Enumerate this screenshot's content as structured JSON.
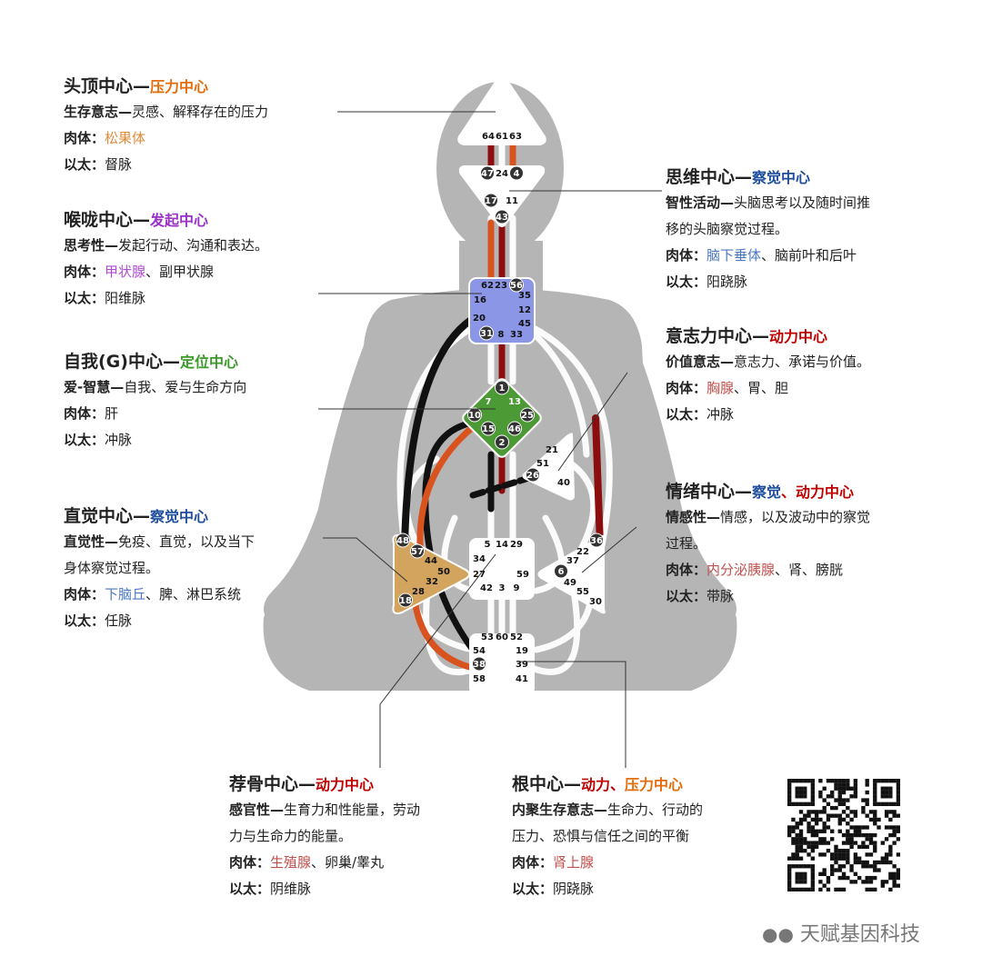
{
  "colors": {
    "pressure": "#e46c0a",
    "awareness": "#1f4e9c",
    "motor": "#c00000",
    "initiate": "#9b2fc8",
    "identity": "#3a9a2a",
    "text": "#222222",
    "body_link": "#4a78c4",
    "body_link_red": "#c0504d",
    "body_link_orange": "#e08a3a",
    "body_link_purple": "#b04bd0",
    "channel_black": "#111111",
    "channel_red": "#8b0d0d",
    "channel_orange": "#d9531e",
    "silhouette": "#b5b5b5"
  },
  "centers": {
    "head": {
      "title": "头顶中心",
      "dash": "—",
      "sub": [
        {
          "text": "压力中心",
          "color": "pressure"
        }
      ],
      "lines": [
        {
          "key": "生存意志—",
          "parts": [
            {
              "text": "灵感、解释存在的压力"
            }
          ]
        },
        {
          "key": "肉体：",
          "parts": [
            {
              "text": "松果体",
              "color": "body_link_orange"
            }
          ]
        },
        {
          "key": "以太：",
          "parts": [
            {
              "text": "督脉"
            }
          ]
        }
      ],
      "gates": [
        "64",
        "61",
        "63"
      ]
    },
    "ajna": {
      "title": "思维中心",
      "dash": "—",
      "sub": [
        {
          "text": "察觉中心",
          "color": "awareness"
        }
      ],
      "lines": [
        {
          "key": "智性活动—",
          "parts": [
            {
              "text": "头脑思考以及随时间推"
            }
          ]
        },
        {
          "key": "",
          "parts": [
            {
              "text": "移的头脑察觉过程。"
            }
          ]
        },
        {
          "key": "肉体：",
          "parts": [
            {
              "text": "脑下垂体",
              "color": "body_link"
            },
            {
              "text": "、脑前叶和后叶"
            }
          ]
        },
        {
          "key": "以太：",
          "parts": [
            {
              "text": "阳跷脉"
            }
          ]
        }
      ],
      "gates": [
        "47",
        "24",
        "4",
        "17",
        "11",
        "43"
      ]
    },
    "throat": {
      "title": "喉咙中心",
      "dash": "—",
      "sub": [
        {
          "text": "发起中心",
          "color": "initiate"
        }
      ],
      "lines": [
        {
          "key": "思考性—",
          "parts": [
            {
              "text": "发起行动、沟通和表达。"
            }
          ]
        },
        {
          "key": "肉体：",
          "parts": [
            {
              "text": "甲状腺",
              "color": "body_link_purple"
            },
            {
              "text": "、副甲状腺"
            }
          ]
        },
        {
          "key": "以太：",
          "parts": [
            {
              "text": "阳维脉"
            }
          ]
        }
      ],
      "gates": [
        "62",
        "23",
        "56",
        "16",
        "35",
        "12",
        "20",
        "45",
        "31",
        "8",
        "33"
      ]
    },
    "ego": {
      "title": "意志力中心",
      "dash": "—",
      "sub": [
        {
          "text": "动力中心",
          "color": "motor"
        }
      ],
      "lines": [
        {
          "key": "价值意志—",
          "parts": [
            {
              "text": "意志力、承诺与价值。"
            }
          ]
        },
        {
          "key": "肉体：",
          "parts": [
            {
              "text": "胸腺",
              "color": "body_link_red"
            },
            {
              "text": "、胃、胆"
            }
          ]
        },
        {
          "key": "以太：",
          "parts": [
            {
              "text": "冲脉"
            }
          ]
        }
      ],
      "gates": [
        "21",
        "51",
        "26",
        "40"
      ]
    },
    "g": {
      "title": "自我(G)中心",
      "dash": "—",
      "sub": [
        {
          "text": "定位中心",
          "color": "identity"
        }
      ],
      "lines": [
        {
          "key": "爱-智慧—",
          "parts": [
            {
              "text": "自我、爱与生命方向"
            }
          ]
        },
        {
          "key": "肉体：",
          "parts": [
            {
              "text": "肝"
            }
          ]
        },
        {
          "key": "以太：",
          "parts": [
            {
              "text": "冲脉"
            }
          ]
        }
      ],
      "gates": [
        "1",
        "7",
        "13",
        "10",
        "25",
        "15",
        "46",
        "2"
      ]
    },
    "solar": {
      "title": "情绪中心",
      "dash": "—",
      "sub": [
        {
          "text": "察觉",
          "color": "awareness"
        },
        {
          "text": "、",
          "color": "motor"
        },
        {
          "text": "动力中心",
          "color": "motor"
        }
      ],
      "lines": [
        {
          "key": "情感性—",
          "parts": [
            {
              "text": "情感，以及波动中的察觉"
            }
          ]
        },
        {
          "key": "",
          "parts": [
            {
              "text": "过程。"
            }
          ]
        },
        {
          "key": "肉体：",
          "parts": [
            {
              "text": "内分泌胰腺",
              "color": "body_link_red"
            },
            {
              "text": "、肾、膀胱"
            }
          ]
        },
        {
          "key": "以太：",
          "parts": [
            {
              "text": "带脉"
            }
          ]
        }
      ],
      "gates": [
        "36",
        "22",
        "37",
        "6",
        "49",
        "55",
        "30"
      ]
    },
    "spleen": {
      "title": "直觉中心",
      "dash": "—",
      "sub": [
        {
          "text": "察觉中心",
          "color": "awareness"
        }
      ],
      "lines": [
        {
          "key": "直觉性—",
          "parts": [
            {
              "text": "免疫、直觉，以及当下"
            }
          ]
        },
        {
          "key": "",
          "parts": [
            {
              "text": "身体察觉过程。"
            }
          ]
        },
        {
          "key": "肉体：",
          "parts": [
            {
              "text": "下脑丘",
              "color": "body_link"
            },
            {
              "text": "、脾、淋巴系统"
            }
          ]
        },
        {
          "key": "以太：",
          "parts": [
            {
              "text": "任脉"
            }
          ]
        }
      ],
      "gates": [
        "48",
        "57",
        "44",
        "50",
        "32",
        "28",
        "18"
      ]
    },
    "sacral": {
      "title": "荐骨中心",
      "dash": "—",
      "sub": [
        {
          "text": "动力中心",
          "color": "motor"
        }
      ],
      "lines": [
        {
          "key": "感官性—",
          "parts": [
            {
              "text": "生育力和性能量，劳动"
            }
          ]
        },
        {
          "key": "",
          "parts": [
            {
              "text": "力与生命力的能量。"
            }
          ]
        },
        {
          "key": "肉体：",
          "parts": [
            {
              "text": "生殖腺",
              "color": "body_link_red"
            },
            {
              "text": "、卵巢/睾丸"
            }
          ]
        },
        {
          "key": "以太：",
          "parts": [
            {
              "text": "阴维脉"
            }
          ]
        }
      ],
      "gates": [
        "5",
        "14",
        "29",
        "34",
        "27",
        "59",
        "42",
        "3",
        "9"
      ]
    },
    "root": {
      "title": "根中心",
      "dash": "—",
      "sub": [
        {
          "text": "动力、",
          "color": "motor"
        },
        {
          "text": "压力中心",
          "color": "pressure"
        }
      ],
      "lines": [
        {
          "key": "内聚生存意志—",
          "parts": [
            {
              "text": "生命力、行动的"
            }
          ]
        },
        {
          "key": "",
          "parts": [
            {
              "text": "压力、恐惧与信任之间的平衡"
            }
          ]
        },
        {
          "key": "肉体：",
          "parts": [
            {
              "text": "肾上腺",
              "color": "body_link_red"
            }
          ]
        },
        {
          "key": "以太：",
          "parts": [
            {
              "text": "阴跷脉"
            }
          ]
        }
      ],
      "gates": [
        "53",
        "60",
        "52",
        "54",
        "19",
        "38",
        "39",
        "58",
        "41"
      ]
    }
  },
  "dark_gates": [
    "47",
    "4",
    "17",
    "43",
    "56",
    "31",
    "1",
    "10",
    "25",
    "15",
    "46",
    "2",
    "26",
    "36",
    "6",
    "48",
    "57",
    "18",
    "38"
  ],
  "watermark": "天赋基因科技"
}
